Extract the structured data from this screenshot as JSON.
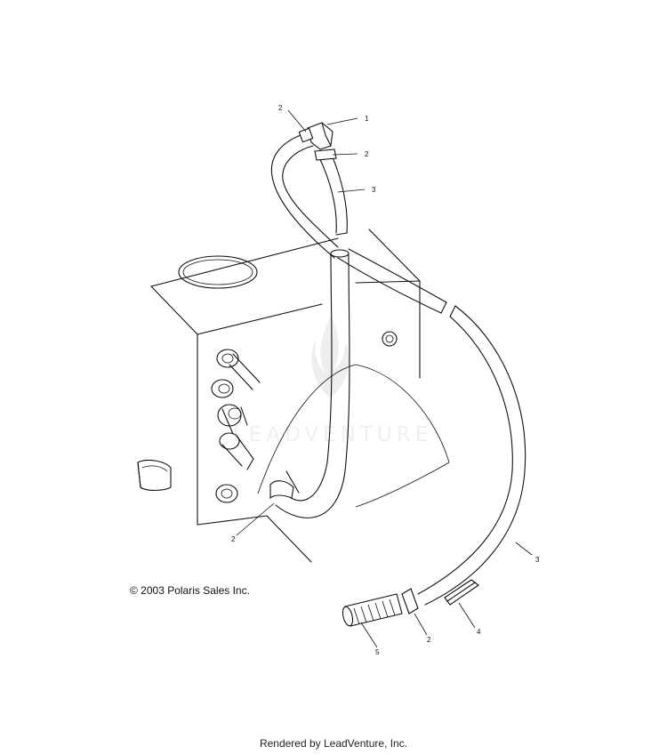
{
  "diagram": {
    "watermark_text": "LEADVENTURE",
    "copyright": "© 2003 Polaris Sales Inc.",
    "footer": "Rendered by LeadVenture, Inc.",
    "callouts": [
      {
        "id": "c-2-top",
        "text": "2"
      },
      {
        "id": "c-1",
        "text": "1"
      },
      {
        "id": "c-2-right",
        "text": "2"
      },
      {
        "id": "c-3-upper",
        "text": "3"
      },
      {
        "id": "c-2-lower",
        "text": "2"
      },
      {
        "id": "c-3-lower",
        "text": "3"
      },
      {
        "id": "c-4",
        "text": "4"
      },
      {
        "id": "c-2-bottom",
        "text": "2"
      },
      {
        "id": "c-5",
        "text": "5"
      }
    ]
  }
}
